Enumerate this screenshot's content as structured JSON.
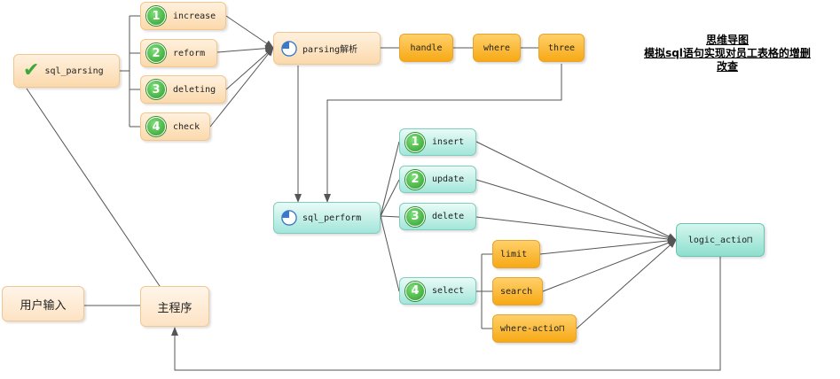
{
  "title": {
    "line1": "思维导图",
    "line2": "模拟sql语句实现对员工表格的增删",
    "line3": "改查"
  },
  "nodes": {
    "sql_parsing": "sql_parsing",
    "increase": "increase",
    "reform": "reform",
    "deleting": "deleting",
    "check": "check",
    "parsing": "parsing解析",
    "handle": "handle",
    "where": "where",
    "three": "three",
    "sql_perform": "sql_perform",
    "insert": "insert",
    "update": "update",
    "delete": "delete",
    "select": "select",
    "limit": "limit",
    "search": "search",
    "where_action": "where-actio⊓",
    "logic_action": "logic_actio⊓",
    "user_input": "用户输入",
    "main_program": "主程序"
  },
  "badges": [
    "1",
    "2",
    "3",
    "4"
  ],
  "colors": {
    "peach": "#fbd9ac",
    "orange": "#f7a915",
    "teal": "#a3e6da",
    "badge_green": "#2e9c2c",
    "line": "#555555"
  },
  "icons": {
    "check": "check-icon",
    "pie": "pie-chart-icon",
    "numbers": "number-badge-icon"
  }
}
